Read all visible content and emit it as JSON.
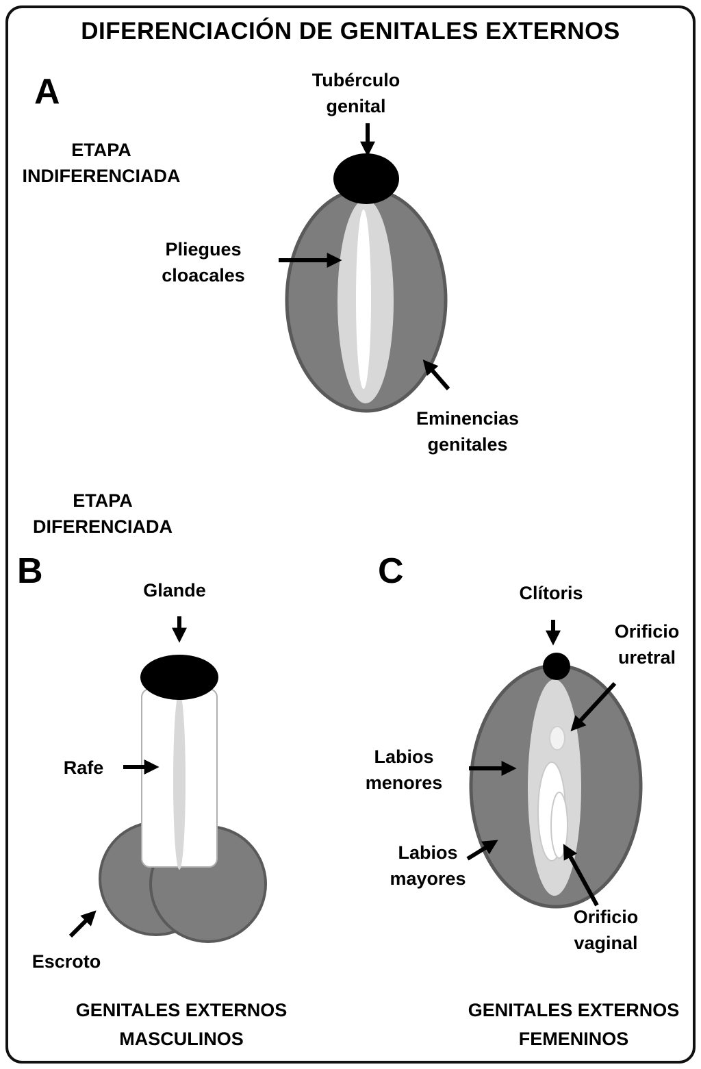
{
  "title": "DIFERENCIACIÓN DE GENITALES EXTERNOS",
  "stages": {
    "indiferenciada": "ETAPA\nINDIFERENCIADA",
    "diferenciada": "ETAPA\nDIFERENCIADA"
  },
  "panel_a": {
    "letter": "A",
    "label_tuberculo": "Tubérculo\ngenital",
    "label_pliegues": "Pliegues\ncloacales",
    "label_eminencias": "Eminencias\ngenitales"
  },
  "panel_b": {
    "letter": "B",
    "label_glande": "Glande",
    "label_rafe": "Rafe",
    "label_escroto": "Escroto",
    "caption": "GENITALES EXTERNOS\nMASCULINOS"
  },
  "panel_c": {
    "letter": "C",
    "label_clitoris": "Clítoris",
    "label_orificio_uretral": "Orificio\nuretral",
    "label_labios_menores": "Labios\nmenores",
    "label_labios_mayores": "Labios\nmayores",
    "label_orificio_vaginal": "Orificio\nvaginal",
    "caption": "GENITALES EXTERNOS\nFEMENINOS"
  },
  "colors": {
    "structure_gray": "#7d7d7d",
    "structure_gray_stroke": "#5a5a5a",
    "inner_light_gray": "#d8d8d8",
    "highlight_white": "#ffffff",
    "solid_black": "#000000",
    "frame_border": "#111111"
  }
}
